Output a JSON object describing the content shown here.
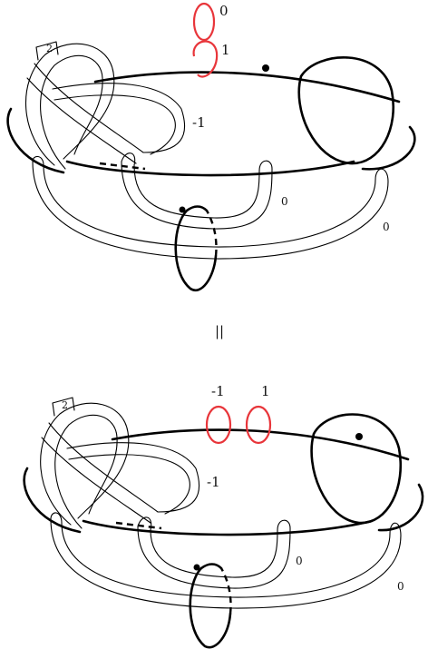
{
  "colors": {
    "curve": "#000000",
    "unknot_highlight": "#e8353a",
    "background": "#ffffff"
  },
  "top": {
    "framing_box": "2",
    "red_upper_coefficient": "0",
    "red_lower_coefficient": "1",
    "inner_band_coefficient": "-1",
    "handle_coefficient_inner": "0",
    "handle_coefficient_outer": "0"
  },
  "equals_sign": "||",
  "bottom": {
    "framing_box": "2",
    "red_left_coefficient": "-1",
    "red_right_coefficient": "1",
    "inner_band_coefficient": "-1",
    "handle_coefficient_inner": "0",
    "handle_coefficient_outer": "0"
  }
}
